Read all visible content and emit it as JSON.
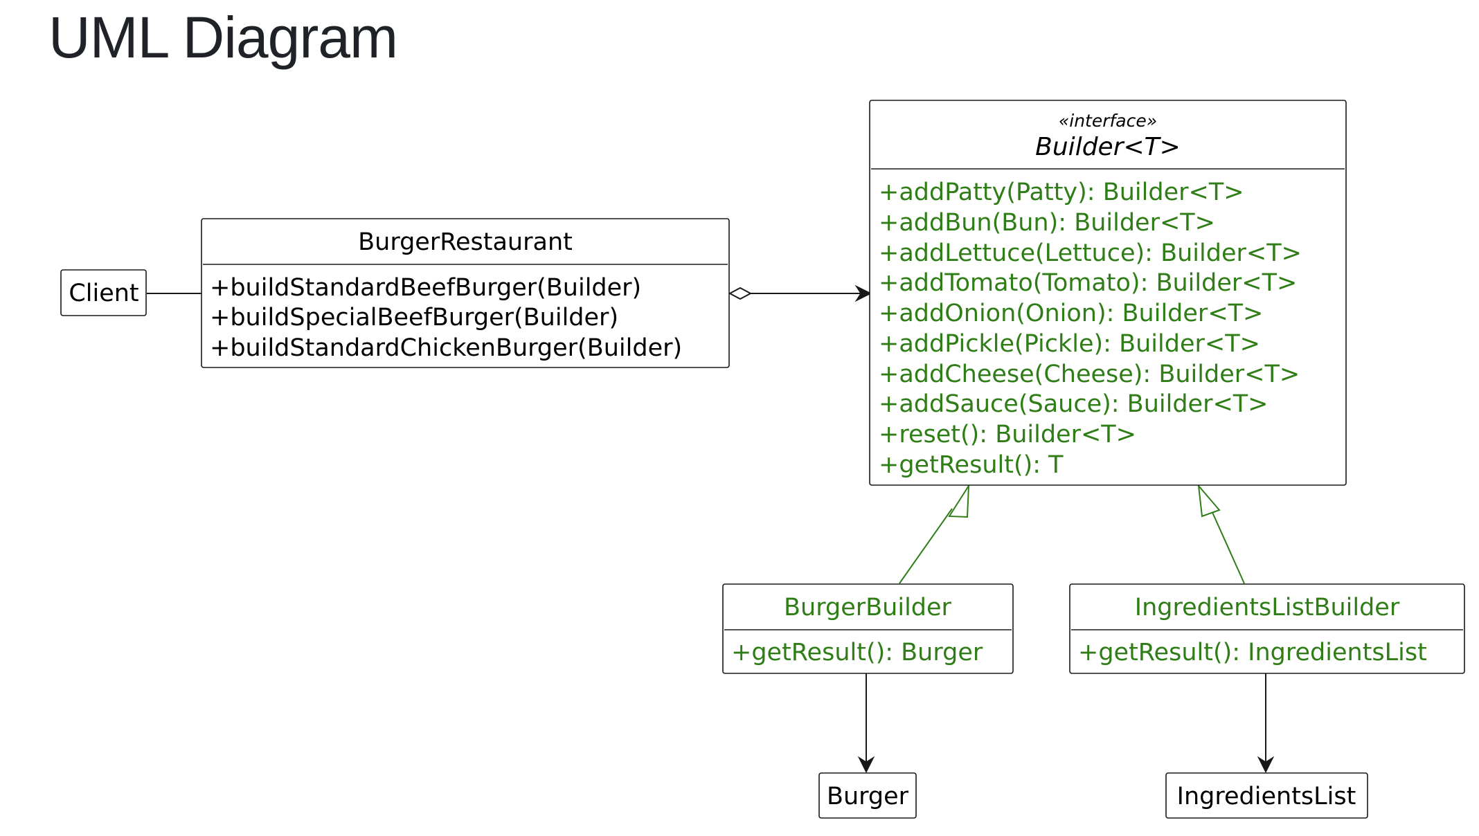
{
  "title": "UML Diagram",
  "colors": {
    "line": "#181818",
    "member_green": "#2e7d16",
    "title": "#1f2328"
  },
  "classes": {
    "client": {
      "name": "Client"
    },
    "burger_restaurant": {
      "name": "BurgerRestaurant",
      "methods": [
        "+buildStandardBeefBurger(Builder)",
        "+buildSpecialBeefBurger(Builder)",
        "+buildStandardChickenBurger(Builder)"
      ]
    },
    "builder": {
      "stereotype": "«interface»",
      "name": "Builder<T>",
      "methods": [
        "+addPatty(Patty): Builder<T>",
        "+addBun(Bun): Builder<T>",
        "+addLettuce(Lettuce): Builder<T>",
        "+addTomato(Tomato): Builder<T>",
        "+addOnion(Onion): Builder<T>",
        "+addPickle(Pickle): Builder<T>",
        "+addCheese(Cheese): Builder<T>",
        "+addSauce(Sauce): Builder<T>",
        "+reset(): Builder<T>",
        "+getResult(): T"
      ]
    },
    "burger_builder": {
      "name": "BurgerBuilder",
      "methods": [
        "+getResult(): Burger"
      ]
    },
    "ingredients_list_builder": {
      "name": "IngredientsListBuilder",
      "methods": [
        "+getResult(): IngredientsList"
      ]
    },
    "burger": {
      "name": "Burger"
    },
    "ingredients_list": {
      "name": "IngredientsList"
    }
  },
  "relationships": [
    {
      "type": "association",
      "from": "Client",
      "to": "BurgerRestaurant"
    },
    {
      "type": "aggregation",
      "from": "BurgerRestaurant",
      "to": "Builder<T>"
    },
    {
      "type": "realization",
      "from": "BurgerBuilder",
      "to": "Builder<T>"
    },
    {
      "type": "realization",
      "from": "IngredientsListBuilder",
      "to": "Builder<T>"
    },
    {
      "type": "dependency",
      "from": "BurgerBuilder",
      "to": "Burger"
    },
    {
      "type": "dependency",
      "from": "IngredientsListBuilder",
      "to": "IngredientsList"
    }
  ]
}
